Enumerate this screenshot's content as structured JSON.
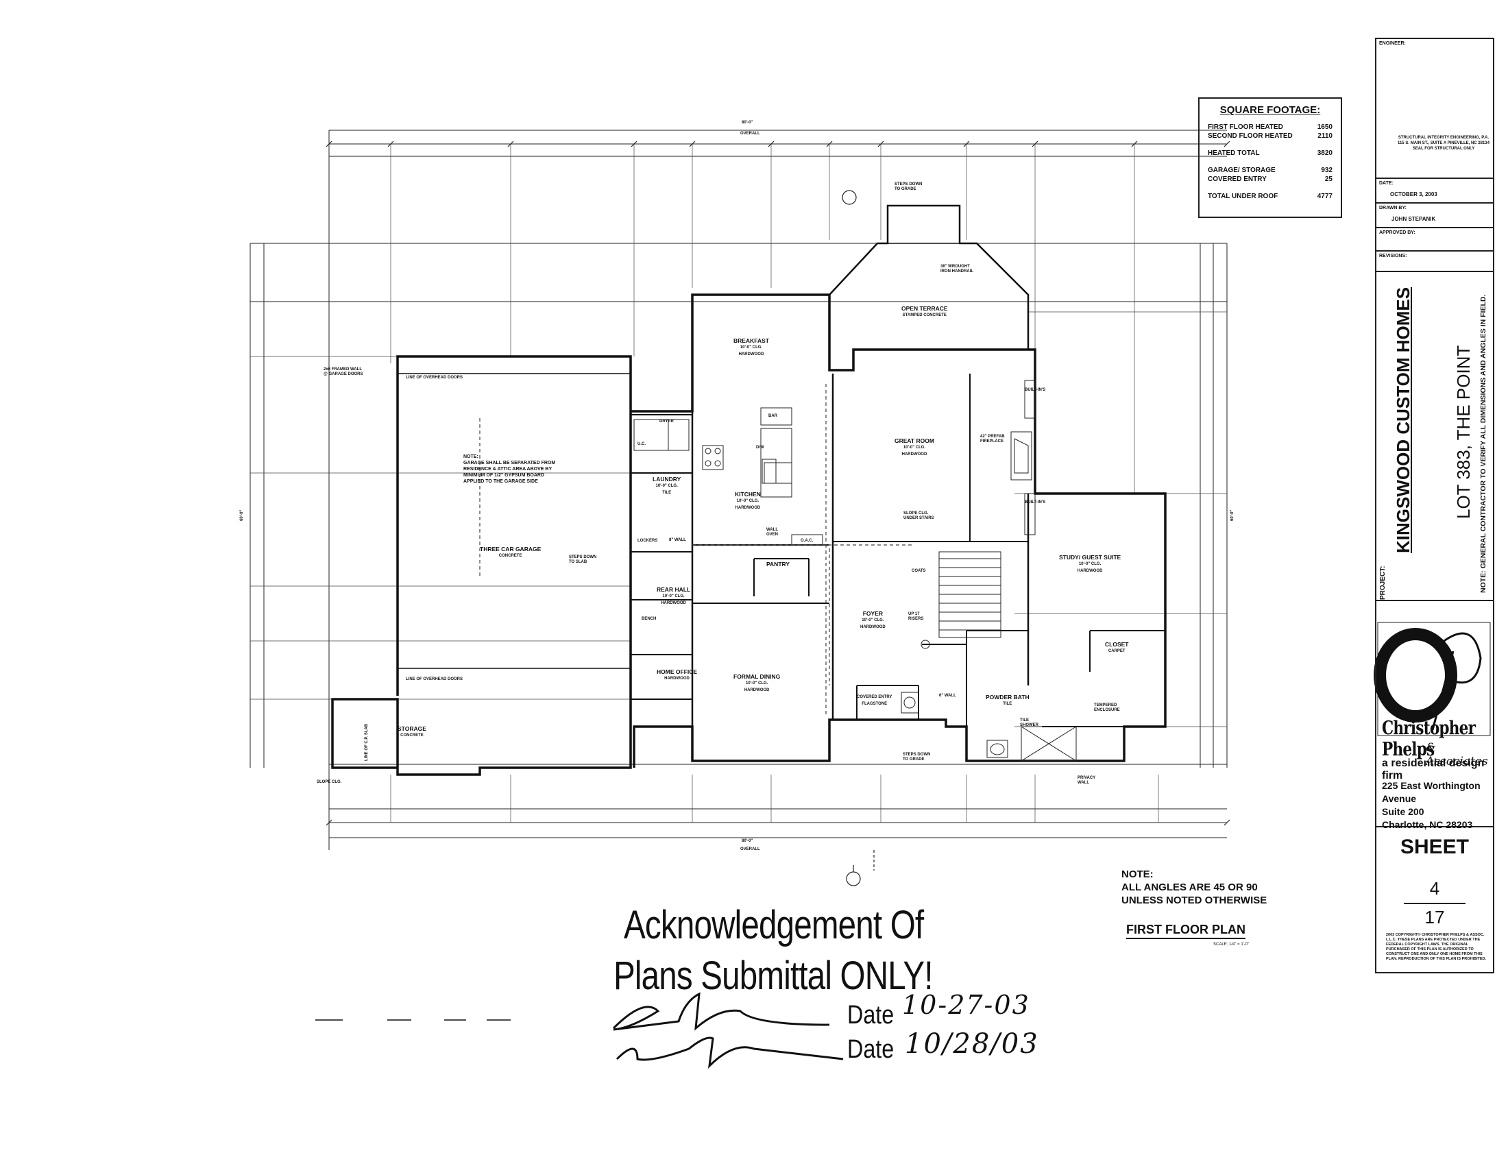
{
  "square_footage": {
    "title": "SQUARE FOOTAGE:",
    "rows": [
      {
        "label": "FIRST FLOOR HEATED",
        "value": "1650"
      },
      {
        "label": "SECOND FLOOR HEATED",
        "value": "2110"
      },
      {
        "label": "HEATED TOTAL",
        "value": "3820"
      },
      {
        "label": "GARAGE/ STORAGE",
        "value": "932"
      },
      {
        "label": "COVERED ENTRY",
        "value": "25"
      },
      {
        "label": "TOTAL UNDER ROOF",
        "value": "4777"
      }
    ]
  },
  "title_block": {
    "engineer_label": "ENGINEER:",
    "engineer_text": "STRUCTURAL INTEGRITY ENGINEERING, P.A. 115 S. MAIN ST., SUITE A PINEVILLE, NC 28134 SEAL FOR STRUCTURAL ONLY",
    "date_label": "DATE:",
    "date_value": "OCTOBER 3, 2003",
    "drawn_label": "DRAWN BY:",
    "drawn_value": "JOHN STEPANIK",
    "approved_label": "APPROVED BY:",
    "revisions_label": "REVISIONS:",
    "project_label": "PROJECT:",
    "project_name": "KINGSWOOD CUSTOM HOMES",
    "lot": "LOT 383, THE POINT",
    "field_note": "NOTE: GENERAL CONTRACTOR TO VERIFY ALL DIMENSIONS AND ANGLES IN FIELD.",
    "firm_name": "Christopher Phelps",
    "firm_associates": "& Associates",
    "firm_tagline": "a residential design firm",
    "address": [
      "225 East Worthington Avenue",
      "Suite 200",
      "Charlotte, NC 28203"
    ],
    "sheet_label": "SHEET",
    "sheet_number": "4",
    "sheet_total": "17",
    "copyright": "2003 COPYRIGHT© CHRISTOPHER PHELPS & ASSOC. L.L.C. THESE PLANS ARE PROTECTED UNDER THE FEDERAL COPYRIGHT LAWS. THE ORIGINAL PURCHASER OF THIS PLAN IS AUTHORIZED TO CONSTRUCT ONE AND ONLY ONE HOME FROM THIS PLAN. REPRODUCTION OF THIS PLAN IS PROHIBITED."
  },
  "notes": {
    "angles": [
      "NOTE:",
      "ALL ANGLES ARE 45 OR 90",
      "UNLESS NOTED OTHERWISE"
    ],
    "plan_title": "FIRST FLOOR PLAN",
    "scale": "SCALE: 1/4\" = 1'-0\""
  },
  "rooms": {
    "breakfast": {
      "name": "BREAKFAST",
      "ceiling": "10'-0\" CLG.",
      "floor": "HARDWOOD"
    },
    "open_terrace": {
      "name": "OPEN TERRACE",
      "floor": "STAMPED CONCRETE"
    },
    "great_room": {
      "name": "GREAT ROOM",
      "ceiling": "10'-0\" CLG.",
      "floor": "HARDWOOD"
    },
    "kitchen": {
      "name": "KITCHEN",
      "ceiling": "10'-0\" CLG.",
      "floor": "HARDWOOD"
    },
    "laundry": {
      "name": "LAUNDRY",
      "ceiling": "10'-0\" CLG.",
      "floor": "TILE"
    },
    "garage": {
      "name": "THREE CAR GARAGE",
      "floor": "CONCRETE"
    },
    "pantry": {
      "name": "PANTRY"
    },
    "rear_hall": {
      "name": "REAR HALL",
      "ceiling": "10'-0\" CLG.",
      "floor": "HARDWOOD"
    },
    "foyer": {
      "name": "FOYER",
      "ceiling": "10'-0\" CLG.",
      "floor": "HARDWOOD"
    },
    "study": {
      "name": "STUDY/ GUEST SUITE",
      "ceiling": "10'-0\" CLG.",
      "floor": "HARDWOOD"
    },
    "closet": {
      "name": "CLOSET",
      "floor": "CARPET"
    },
    "home_office": {
      "name": "HOME OFFICE",
      "floor": "HARDWOOD"
    },
    "formal_dining": {
      "name": "FORMAL DINING",
      "ceiling": "10'-0\" CLG.",
      "floor": "HARDWOOD"
    },
    "powder_bath": {
      "name": "POWDER BATH",
      "floor": "TILE"
    },
    "storage": {
      "name": "STORAGE",
      "floor": "CONCRETE"
    },
    "covered_entry": {
      "name": "COVERED ENTRY",
      "floor": "FLAGSTONE"
    }
  },
  "callouts": {
    "garage_note": [
      "NOTE:",
      "GARAGE SHALL BE SEPARATED FROM",
      "RESIDENCE & ATTIC AREA ABOVE BY",
      "MINIMUM OF 1/2\" GYPSUM BOARD",
      "APPLIED TO THE GARAGE SIDE"
    ],
    "framed_wall": [
      "2x6 FRAMED WALL",
      "@ GARAGE DOORS"
    ],
    "overhead_top": "LINE OF OVERHEAD DOORS",
    "overhead_bottom": "LINE OF OVERHEAD DOORS",
    "steps_down_slab": [
      "STEPS DOWN",
      "TO SLAB"
    ],
    "steps_down_grade_top": [
      "STEPS DOWN",
      "TO GRADE"
    ],
    "steps_down_grade_bottom": [
      "STEPS DOWN",
      "TO GRADE"
    ],
    "handrail": [
      "36\" WROUGHT",
      "IRON HANDRAIL"
    ],
    "fireplace": [
      "42\" PREFAB",
      "FIREPLACE"
    ],
    "slope_stairs": [
      "SLOPE CLG.",
      "UNDER STAIRS"
    ],
    "slope_left": "SLOPE CLG.",
    "tempered": [
      "TEMPERED",
      "ENCLOSURE"
    ],
    "privacy_wall": [
      "PRIVACY",
      "WALL"
    ],
    "tile_shower": [
      "TILE",
      "SHOWER"
    ],
    "line_cp_slab": "LINE OF C.P. SLAB",
    "bar": "BAR",
    "dw": "D/W",
    "wall_oven": [
      "WALL",
      "OVEN"
    ],
    "coats": "COATS",
    "lockers": "LOCKERS",
    "bench": "BENCH",
    "built_ins_top": "BUILT-IN'S",
    "built_ins_bottom": "BUILT-IN'S",
    "dryer": "DRYER",
    "uc": "U.C.",
    "oac": "O.A.C.",
    "wall_8": "8\" WALL",
    "wall_6": "6\" WALL",
    "up_risers": [
      "UP 17",
      "RISERS"
    ],
    "overall": "OVERALL",
    "overall_top": "80'-0\"",
    "overall_bottom": "80'-0\"",
    "overall_left": "60'-0\"",
    "overall_right": "60'-0\""
  },
  "stamp": {
    "line1": "Acknowledgement Of",
    "line2": "Plans Submittal ONLY!",
    "date_label": "Date",
    "date1": "10-27-03",
    "date2": "10/28/03"
  }
}
